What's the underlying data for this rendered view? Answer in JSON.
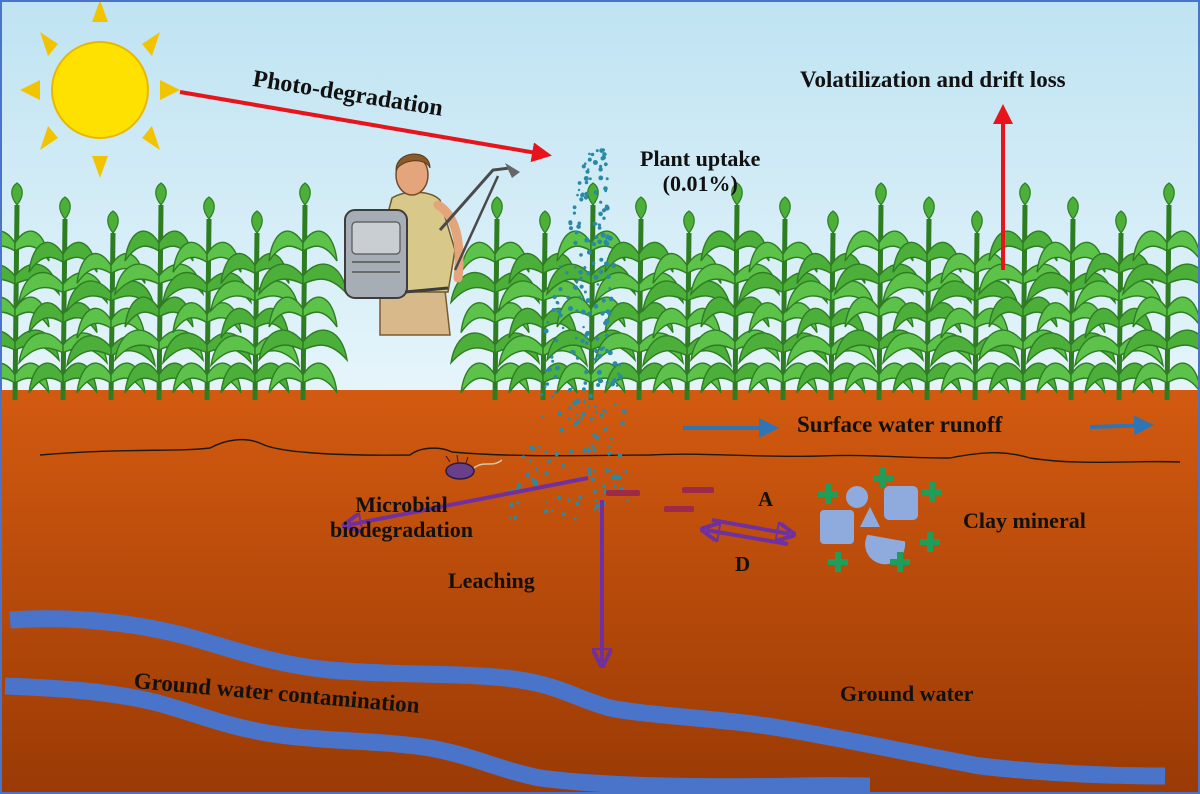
{
  "labels": {
    "photo_degradation": "Photo-degradation",
    "volatilization": "Volatilization  and drift loss",
    "plant_uptake_line1": "Plant uptake",
    "plant_uptake_line2": "(0.01%)",
    "surface_runoff": "Surface water runoff",
    "microbial_line1": "Microbial",
    "microbial_line2": "biodegradation",
    "leaching": "Leaching",
    "adsorption": "A",
    "desorption": "D",
    "clay_mineral": "Clay mineral",
    "ground_water_contamination": "Ground water contamination",
    "ground_water": "Ground water"
  },
  "icons": [
    "sun-icon",
    "farmer-sprayer-icon",
    "corn-plant-icon",
    "bacterium-icon",
    "clay-mineral-icon"
  ],
  "colors": {
    "sky_top": "#bfe3f2",
    "sky_bottom": "#e6f5fb",
    "soil_top": "#d35a10",
    "soil_bottom": "#9a3a05",
    "sun": "#ffe100",
    "sun_rays": "#f2c400",
    "red_arrow": "#e8141c",
    "blue_arrow": "#2e75b6",
    "purple_arrow": "#7030a0",
    "groundwater": "#4a74c9",
    "corn_leaf": "#4caf3a",
    "corn_leaf_dark": "#2f7d23",
    "spray_drop": "#2a8aa5",
    "clay_shape": "#8faadc",
    "plus_sign": "#1f9e5a",
    "neg_charge": "#9c2a4a"
  }
}
